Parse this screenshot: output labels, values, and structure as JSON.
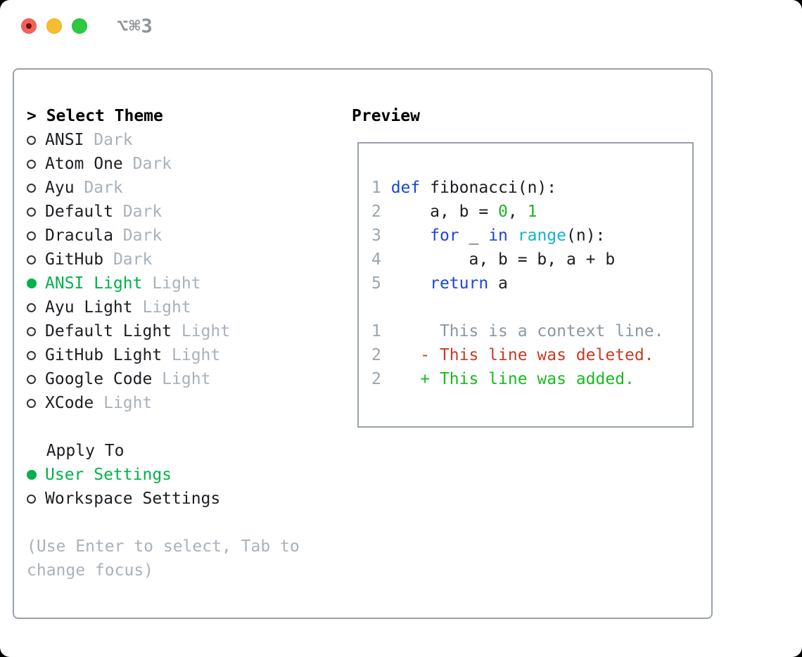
{
  "titlebar": {
    "shortcut": "⌥⌘3"
  },
  "theme_panel": {
    "prompt": "> ",
    "title": "Select Theme",
    "themes": [
      {
        "name": "ANSI",
        "variant": "Dark",
        "selected": false
      },
      {
        "name": "Atom One",
        "variant": "Dark",
        "selected": false
      },
      {
        "name": "Ayu",
        "variant": "Dark",
        "selected": false
      },
      {
        "name": "Default",
        "variant": "Dark",
        "selected": false
      },
      {
        "name": "Dracula",
        "variant": "Dark",
        "selected": false
      },
      {
        "name": "GitHub",
        "variant": "Dark",
        "selected": false
      },
      {
        "name": "ANSI Light",
        "variant": "Light",
        "selected": true
      },
      {
        "name": "Ayu Light",
        "variant": "Light",
        "selected": false
      },
      {
        "name": "Default Light",
        "variant": "Light",
        "selected": false
      },
      {
        "name": "GitHub Light",
        "variant": "Light",
        "selected": false
      },
      {
        "name": "Google Code",
        "variant": "Light",
        "selected": false
      },
      {
        "name": "XCode",
        "variant": "Light",
        "selected": false
      }
    ],
    "apply_to": {
      "title": "Apply To",
      "options": [
        {
          "label": "User Settings",
          "selected": true
        },
        {
          "label": "Workspace Settings",
          "selected": false
        }
      ]
    },
    "hint_lines": [
      "(Use Enter to select, Tab to",
      "change focus)"
    ]
  },
  "preview": {
    "title": "Preview",
    "code_lines": [
      {
        "num": "1",
        "parts": [
          {
            "text": "def",
            "color": "keyword"
          },
          {
            "text": " fibonacci(n):",
            "color": "text"
          }
        ]
      },
      {
        "num": "2",
        "parts": [
          {
            "text": "    a, b = ",
            "color": "text"
          },
          {
            "text": "0",
            "color": "number"
          },
          {
            "text": ", ",
            "color": "text"
          },
          {
            "text": "1",
            "color": "number"
          }
        ]
      },
      {
        "num": "3",
        "parts": [
          {
            "text": "    ",
            "color": "text"
          },
          {
            "text": "for",
            "color": "keyword"
          },
          {
            "text": " _ ",
            "color": "text"
          },
          {
            "text": "in",
            "color": "keyword"
          },
          {
            "text": " ",
            "color": "text"
          },
          {
            "text": "range",
            "color": "builtin"
          },
          {
            "text": "(n):",
            "color": "text"
          }
        ]
      },
      {
        "num": "4",
        "parts": [
          {
            "text": "        a, b = b, a + b",
            "color": "text"
          }
        ]
      },
      {
        "num": "5",
        "parts": [
          {
            "text": "    ",
            "color": "text"
          },
          {
            "text": "return",
            "color": "keyword"
          },
          {
            "text": " a",
            "color": "text"
          }
        ]
      },
      {
        "num": "",
        "parts": []
      },
      {
        "num": "1",
        "parts": [
          {
            "text": "     This is a context line.",
            "color": "context"
          }
        ]
      },
      {
        "num": "2",
        "parts": [
          {
            "text": "   - This line was deleted.",
            "color": "deleted"
          }
        ]
      },
      {
        "num": "2",
        "parts": [
          {
            "text": "   + This line was added.",
            "color": "added"
          }
        ]
      }
    ]
  },
  "colors": {
    "traffic_red": "#f4615b",
    "traffic_red_dot": "#70120b",
    "traffic_yellow": "#f7bd30",
    "traffic_green": "#2dc93f",
    "shortcut_gray": "#8f949b",
    "text": "#1b1e22",
    "heading": "#000000",
    "variant_gray": "#a8b1bb",
    "hint_gray": "#a8b1bb",
    "selection_green": "#00b24a",
    "unselected_ring": "#2f353c",
    "border_gray": "#9aa2ae",
    "line_number_gray": "#9aa4ae",
    "keyword_blue": "#1a43e0",
    "builtin_cyan": "#12b5c7",
    "number_green": "#1ab51f",
    "deleted_red": "#c93a24",
    "added_green": "#16bd1e",
    "context_gray": "#8d97a1"
  }
}
